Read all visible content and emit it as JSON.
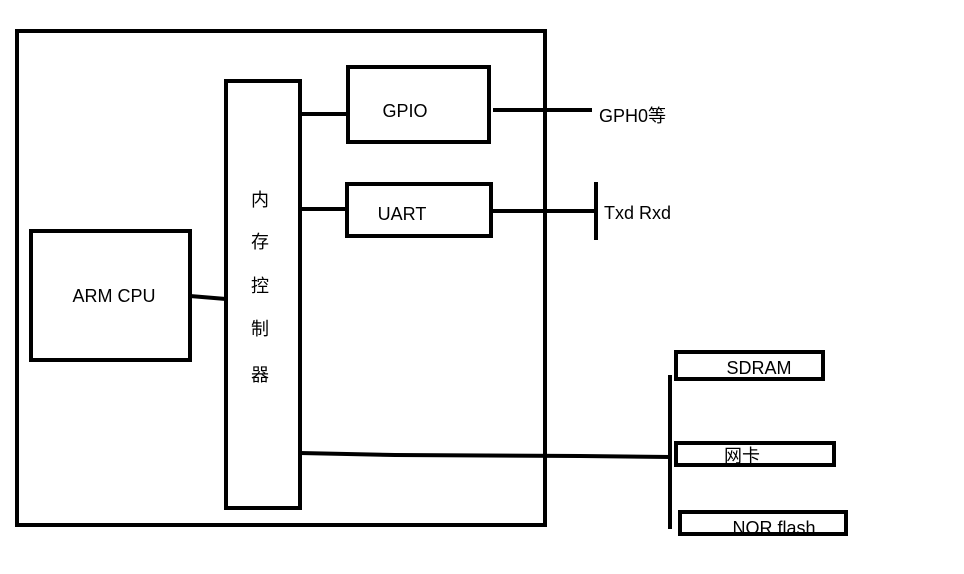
{
  "diagram": {
    "nodes": {
      "arm_cpu": {
        "label": "ARM CPU"
      },
      "memory_controller": {
        "chars": [
          "内",
          "存",
          "控",
          "制",
          "器"
        ]
      },
      "gpio": {
        "label": "GPIO"
      },
      "uart": {
        "label": "UART"
      },
      "sdram": {
        "label": "SDRAM"
      },
      "nic": {
        "label": "网卡"
      },
      "nor_flash": {
        "label": "NOR flash"
      }
    },
    "pins": {
      "gpio_out": {
        "label": "GPH0等"
      },
      "uart_out": {
        "label": "Txd Rxd"
      }
    },
    "edges": [
      {
        "from": "arm_cpu",
        "to": "memory_controller"
      },
      {
        "from": "memory_controller",
        "to": "gpio"
      },
      {
        "from": "memory_controller",
        "to": "uart"
      },
      {
        "from": "gpio",
        "to": "gpio_out"
      },
      {
        "from": "uart",
        "to": "uart_out"
      },
      {
        "from": "memory_controller",
        "to": "external_bus"
      },
      {
        "from": "external_bus",
        "to": "sdram"
      },
      {
        "from": "external_bus",
        "to": "nic"
      },
      {
        "from": "external_bus",
        "to": "nor_flash"
      }
    ]
  }
}
